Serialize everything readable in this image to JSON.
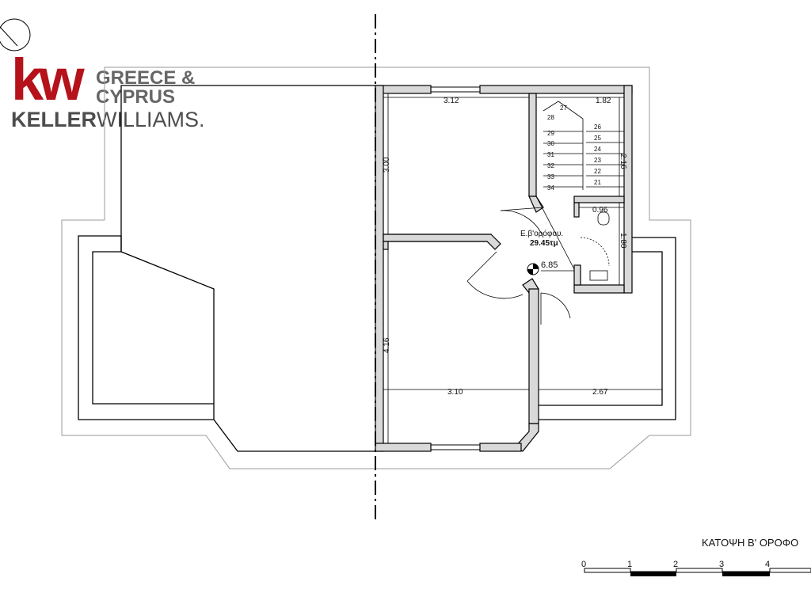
{
  "logo": {
    "mark": "kw",
    "line1": "GREECE &",
    "line2": "CYPRUS",
    "brand_a": "KELLER",
    "brand_b": "WILLIAMS",
    "brand_suffix": ".",
    "colors": {
      "red": "#b5121b",
      "gray": "#666666",
      "dark": "#4d4d4d"
    }
  },
  "plan": {
    "title": "ΚΑΤΟΨΗ Β' ΟΡΟΦΟ",
    "area_label": "Ε.β'ορόφου.",
    "area_value": "29.45τμ",
    "level_mark": "6.85",
    "dimensions": {
      "top_room_width": "3.12",
      "top_room_height": "3.00",
      "stair_width": "1.82",
      "stair_height": "2.16",
      "wc_width": "0.96",
      "wc_height": "1.80",
      "bottom_room_height": "4.16",
      "bottom_room_width": "3.10",
      "balcony_width": "2.67"
    },
    "stairs_left": [
      "27",
      "28",
      "29",
      "30",
      "31",
      "32",
      "33",
      "34"
    ],
    "stairs_right": [
      "26",
      "25",
      "24",
      "23",
      "22",
      "21"
    ],
    "scale_labels": [
      "0",
      "1",
      "2",
      "3",
      "4"
    ],
    "colors": {
      "wall_fill": "#d9d9d9",
      "line": "#000000",
      "outline": "#999999"
    }
  }
}
